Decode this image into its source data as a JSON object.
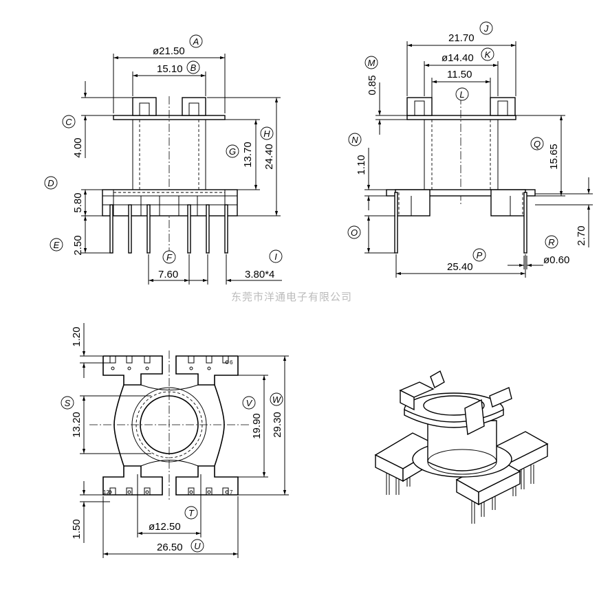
{
  "watermark": "东莞市洋通电子有限公司",
  "front_view": {
    "dims": {
      "A": "ø21.50",
      "B": "15.10",
      "C": "4.00",
      "D": "5.80",
      "E": "2.50",
      "F": "7.60",
      "G": "13.70",
      "H": "24.40",
      "I": "3.80*4"
    }
  },
  "side_view": {
    "dims": {
      "J": "21.70",
      "K": "ø14.40",
      "L": "11.50",
      "M": "0.85",
      "N": "1.10",
      "O": "",
      "P": "25.40",
      "Q": "15.65",
      "R": "ø0.60",
      "R2": "2.70"
    }
  },
  "bottom_view": {
    "dims": {
      "top_gap": "1.20",
      "S": "13.20",
      "V": "19.90",
      "W": "29.30",
      "bottom_gap": "1.50",
      "T": "ø12.50",
      "U": "26.50"
    },
    "pin_labels": {
      "p6": "6",
      "p7": "7",
      "p12": "12"
    }
  },
  "letters": [
    "A",
    "B",
    "C",
    "D",
    "E",
    "F",
    "G",
    "H",
    "I",
    "J",
    "K",
    "L",
    "M",
    "N",
    "O",
    "P",
    "Q",
    "R",
    "S",
    "T",
    "U",
    "V",
    "W"
  ]
}
